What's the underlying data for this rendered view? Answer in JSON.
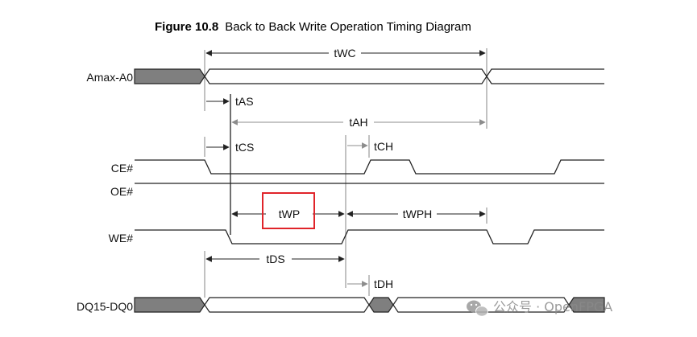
{
  "title": {
    "bold": "Figure 10.8",
    "text": "Back to Back Write Operation Timing Diagram"
  },
  "signals": [
    {
      "id": "addr",
      "label": "Amax-A0"
    },
    {
      "id": "ce",
      "label": "CE#"
    },
    {
      "id": "oe",
      "label": "OE#"
    },
    {
      "id": "we",
      "label": "WE#"
    },
    {
      "id": "dq",
      "label": "DQ15-DQ0"
    }
  ],
  "timings": {
    "twc": "tWC",
    "tas": "tAS",
    "tah": "tAH",
    "tcs": "tCS",
    "tch": "tCH",
    "twp": "tWP",
    "twph": "tWPH",
    "tds": "tDS",
    "tdh": "tDH"
  },
  "watermark": {
    "text": "公众号 · OpenFPGA",
    "icon": "wechat-icon"
  },
  "colors": {
    "highlight": "#e0242a",
    "bus_invalid": "#7f7f7f"
  }
}
